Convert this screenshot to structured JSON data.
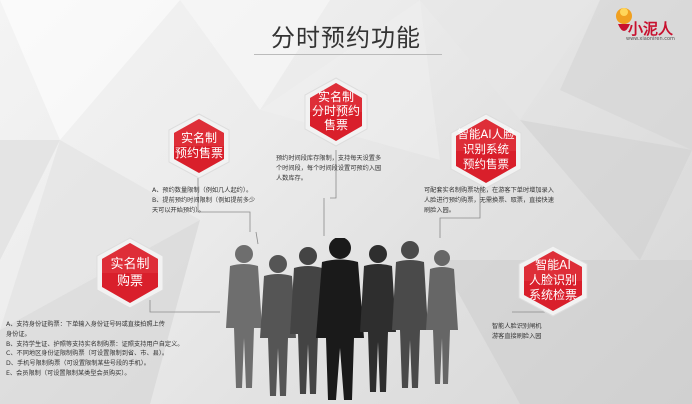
{
  "title": "分时预约功能",
  "logo": {
    "name": "小泥人",
    "url": "www.xiaoniren.com"
  },
  "nodes": {
    "realname_reserve": {
      "label_lines": [
        "实名制",
        "预约售票"
      ]
    },
    "timeslot": {
      "label_lines": [
        "实名制",
        "分时预约",
        "售票"
      ]
    },
    "ai_face": {
      "label_lines": [
        "智能AI人脸",
        "识别系统",
        "预约售票"
      ]
    },
    "realname_buy": {
      "label_lines": [
        "实名制",
        "购票"
      ]
    },
    "ai_check": {
      "label_lines": [
        "智能AI",
        "人脸识别",
        "系统检票"
      ]
    }
  },
  "descriptions": {
    "realname_reserve": [
      "A、预约数量限制（例如几人起约）。",
      "B、提前预约时间限制（例如提前多少",
      "天可以开始预约）。"
    ],
    "timeslot": [
      "预约时间段库存限制，支持每天设置多",
      "个时间段，每个时间段设置可预约入园",
      "人数库存。"
    ],
    "ai_face": [
      "可配套实名制购票功能，在游客下单时增加录入",
      "人脸进行预约购票，无需换票、取票，直接快速",
      "刷脸入园。"
    ],
    "realname_buy": [
      "A、支持身份证购票：下单输入身份证号码或直接拍照上传",
      "身份证。",
      "B、支持学生证、护照等支持实名制购票：证照支持用户自定义。",
      "C、不同地区身份证限制购票（可设置限制到省、市、县）。",
      "D、手机号限制购票（可设置限制某些号段的手机）。",
      "E、会员限制（可设置限制某类型会员购买）。"
    ],
    "ai_check": [
      "智能人脸识别闸机",
      "游客直接刷脸入园"
    ]
  },
  "colors": {
    "hex_red": "#d91f2b",
    "hex_dark": "#a3141d",
    "hex_border": "#f1f1f1",
    "silhouette": "#222222"
  }
}
